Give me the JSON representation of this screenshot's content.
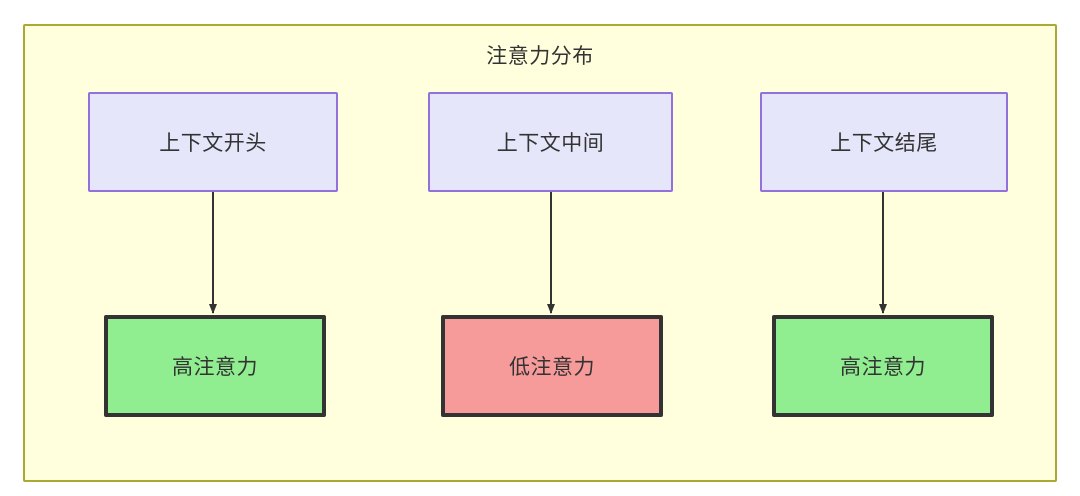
{
  "diagram": {
    "title": "注意力分布",
    "container": {
      "fill": "#ffffde",
      "stroke": "#aaaa33"
    },
    "colors": {
      "context_fill": "#e6e6fa",
      "context_stroke": "#9370db",
      "high_attention_fill": "#90ee90",
      "low_attention_fill": "#f79a9a",
      "node_stroke": "#333333",
      "edge_stroke": "#333333",
      "text": "#333333"
    },
    "nodes": {
      "context": [
        {
          "id": "context-start",
          "label": "上下文开头"
        },
        {
          "id": "context-middle",
          "label": "上下文中间"
        },
        {
          "id": "context-end",
          "label": "上下文结尾"
        }
      ],
      "attention": [
        {
          "id": "attention-start",
          "label": "高注意力",
          "level": "high"
        },
        {
          "id": "attention-middle",
          "label": "低注意力",
          "level": "low"
        },
        {
          "id": "attention-end",
          "label": "高注意力",
          "level": "high"
        }
      ]
    },
    "edges": [
      {
        "from": "context-start",
        "to": "attention-start",
        "label": ""
      },
      {
        "from": "context-middle",
        "to": "attention-middle",
        "label": ""
      },
      {
        "from": "context-end",
        "to": "attention-end",
        "label": ""
      }
    ]
  }
}
